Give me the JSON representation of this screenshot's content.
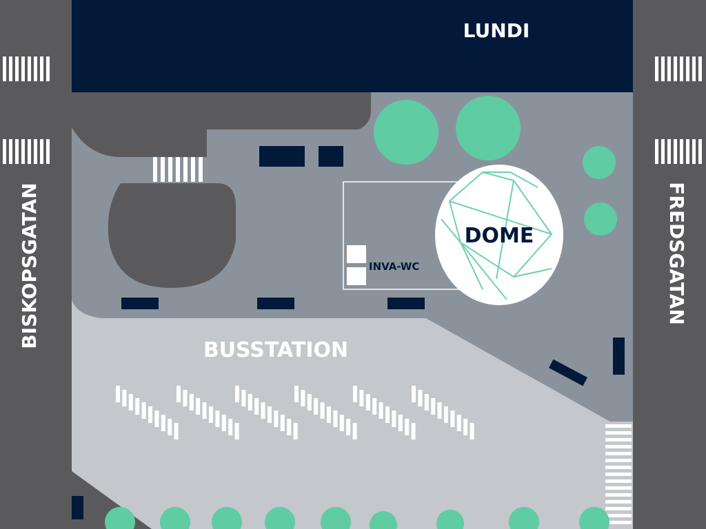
{
  "colors": {
    "road": "#5a5a5c",
    "plaza": "#8a939c",
    "bus_area": "#c4c7cc",
    "building": "#03193a",
    "tree": "#5fcca4",
    "dome": "#ffffff",
    "marking": "#ffffff"
  },
  "labels": {
    "building": "LUNDI",
    "street_left": "BISKOPSGATAN",
    "street_right": "FREDSGATAN",
    "bus_station": "BUSSTATION",
    "dome": "DOME",
    "toilet": "INVA-WC"
  },
  "icons": [
    "tree-icon",
    "crosswalk-icon",
    "bench-icon"
  ]
}
